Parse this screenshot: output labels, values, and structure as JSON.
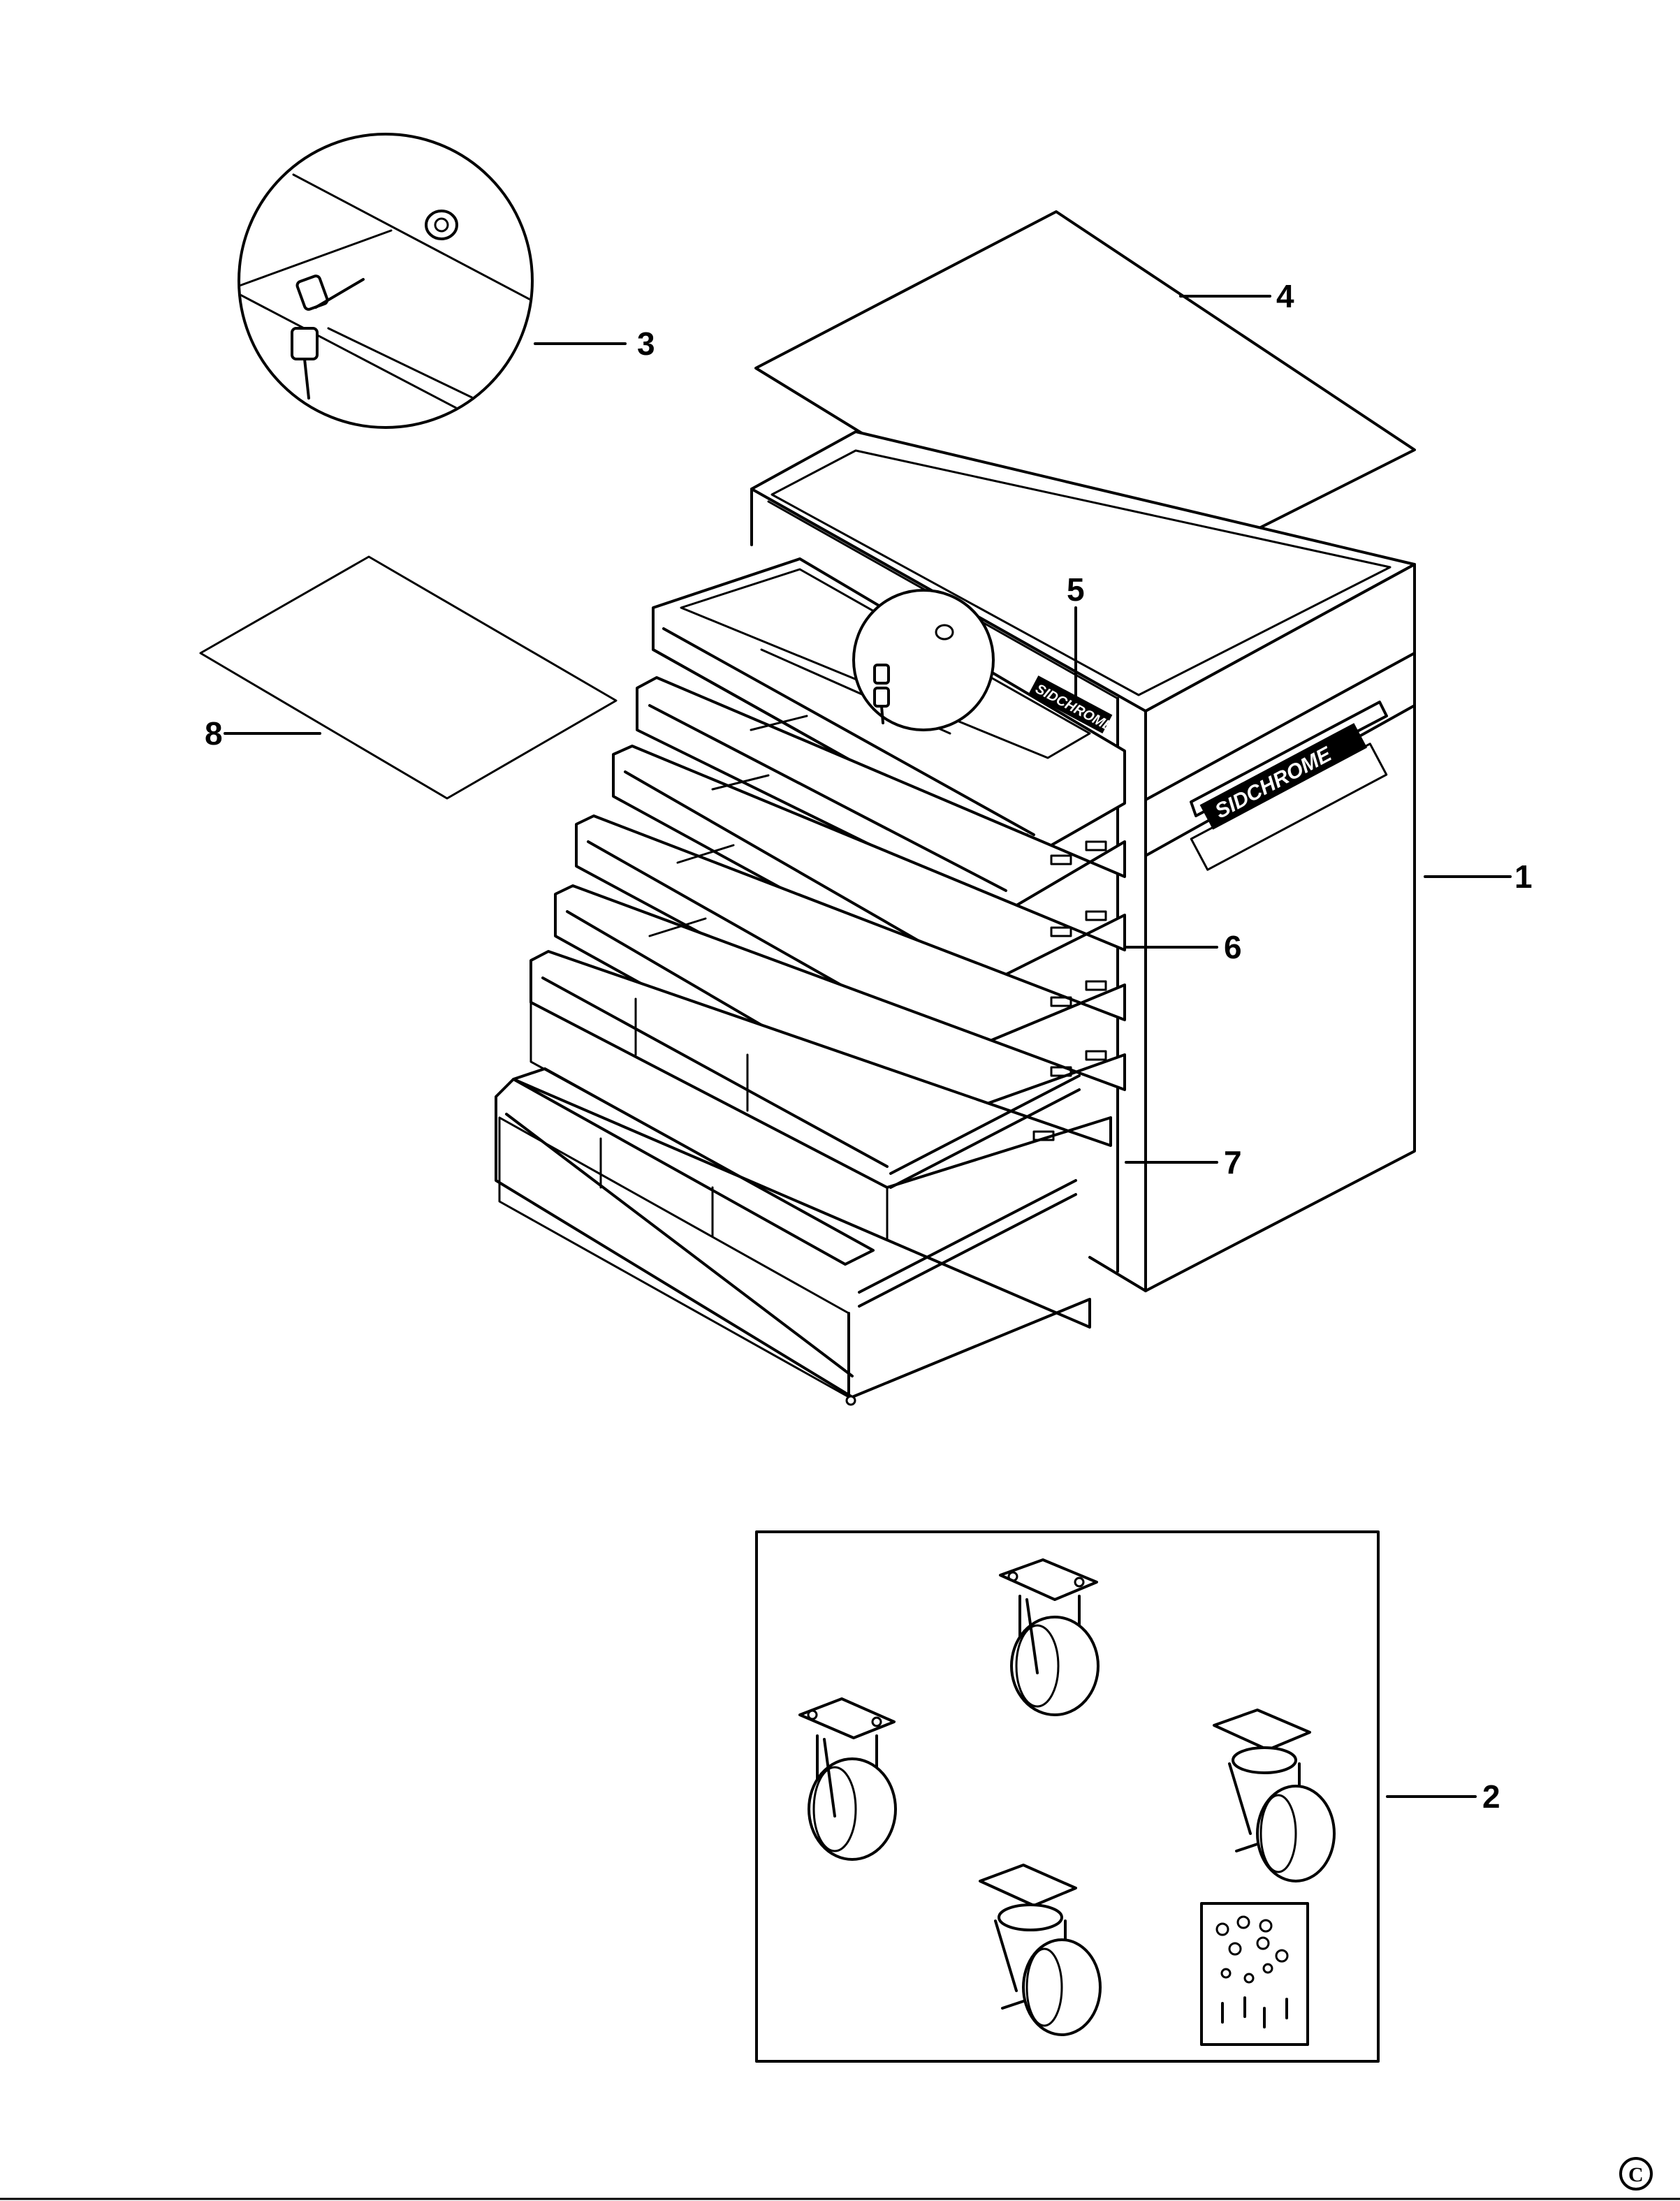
{
  "callouts": [
    {
      "id": "1",
      "label": "1"
    },
    {
      "id": "2",
      "label": "2"
    },
    {
      "id": "3",
      "label": "3"
    },
    {
      "id": "4",
      "label": "4"
    },
    {
      "id": "5",
      "label": "5"
    },
    {
      "id": "6",
      "label": "6"
    },
    {
      "id": "7",
      "label": "7"
    },
    {
      "id": "8",
      "label": "8"
    }
  ],
  "brand_label": "SIDCHROME",
  "copyright_symbol": "C"
}
